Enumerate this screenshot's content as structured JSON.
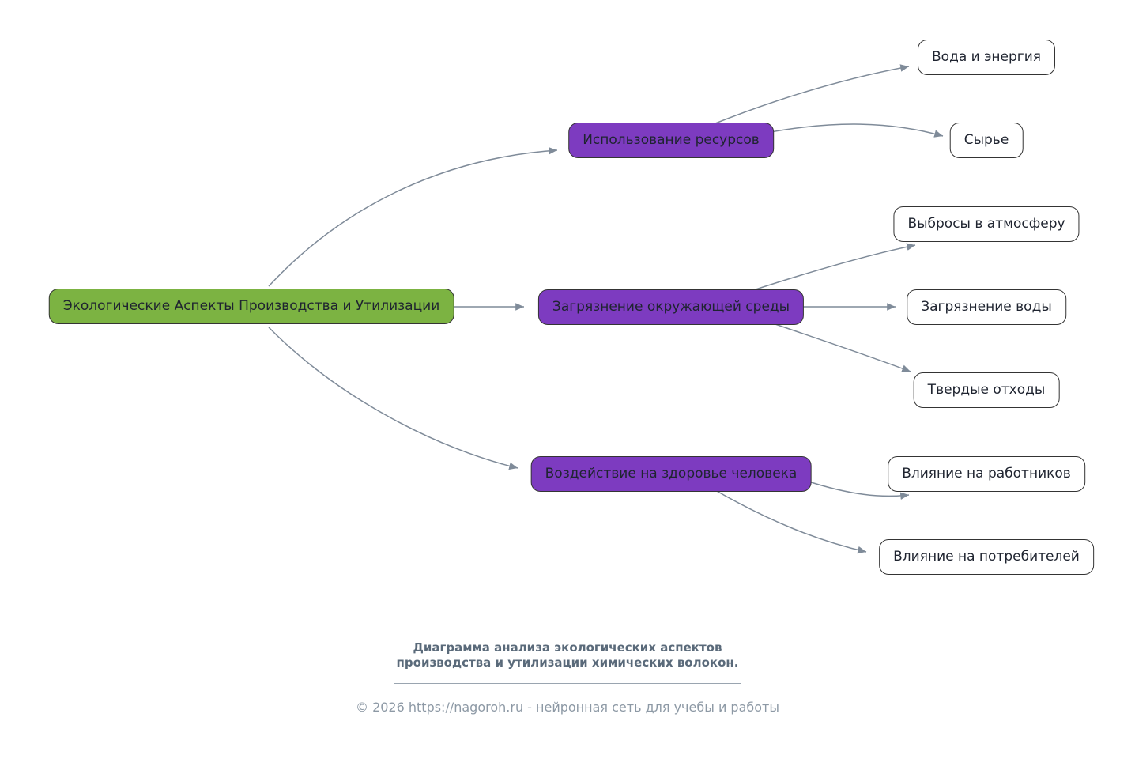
{
  "diagram": {
    "root": {
      "label": "Экологические Аспекты Производства и Утилизации"
    },
    "branches": [
      {
        "label": "Использование ресурсов",
        "children": [
          {
            "label": "Вода и энергия"
          },
          {
            "label": "Сырье"
          }
        ]
      },
      {
        "label": "Загрязнение окружающей среды",
        "children": [
          {
            "label": "Выбросы в атмосферу"
          },
          {
            "label": "Загрязнение воды"
          },
          {
            "label": "Твердые отходы"
          }
        ]
      },
      {
        "label": "Воздействие на здоровье человека",
        "children": [
          {
            "label": "Влияние на работников"
          },
          {
            "label": "Влияние на потребителей"
          }
        ]
      }
    ],
    "colors": {
      "root_fill": "#7cb342",
      "branch_fill": "#7d3bc0",
      "leaf_fill": "#ffffff",
      "node_border": "#343434",
      "node_text": "#1f2430",
      "edge": "#7f8b99"
    }
  },
  "footer": {
    "caption_line1": "Диаграмма анализа экологических аспектов",
    "caption_line2": "производства и утилизации химических волокон.",
    "copyright": "© 2026 https://nagoroh.ru - нейронная сеть для учебы и работы"
  }
}
